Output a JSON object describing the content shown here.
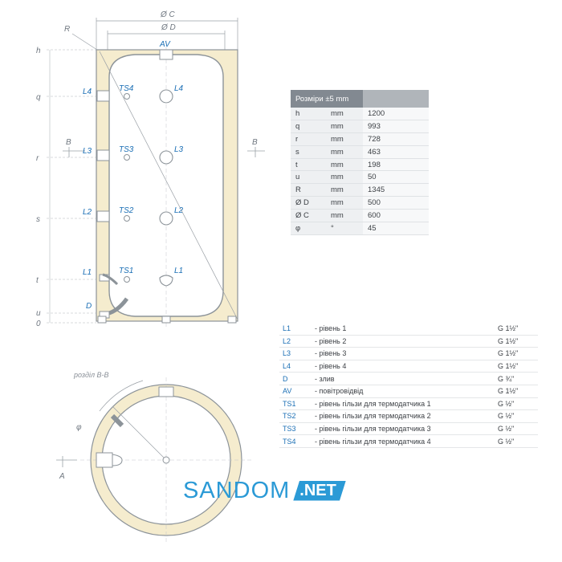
{
  "drawing": {
    "top_labels": {
      "outer_diameter": "Ø C",
      "inner_diameter": "Ø D",
      "radius": "R",
      "vent": "AV"
    },
    "left_dims": [
      "h",
      "q",
      "r",
      "s",
      "t",
      "u",
      "0"
    ],
    "section_marks": {
      "b": "B",
      "a": "A"
    },
    "left_connections": [
      "L4",
      "L3",
      "L2",
      "L1",
      "D"
    ],
    "sensor_connections": [
      "TS4",
      "TS3",
      "TS2",
      "TS1"
    ],
    "front_connections": [
      "L4",
      "L3",
      "L2",
      "L1"
    ],
    "section_title": "розділ B-B",
    "angle_symbol": "φ",
    "colors": {
      "insulation": "#f5ecce",
      "line": "#8c9399",
      "label": "#1b6fb5"
    }
  },
  "dimensions_table": {
    "header": "Розміри ±5 mm",
    "rows": [
      {
        "param": "h",
        "unit": "mm",
        "value": "1200"
      },
      {
        "param": "q",
        "unit": "mm",
        "value": "993"
      },
      {
        "param": "r",
        "unit": "mm",
        "value": "728"
      },
      {
        "param": "s",
        "unit": "mm",
        "value": "463"
      },
      {
        "param": "t",
        "unit": "mm",
        "value": "198"
      },
      {
        "param": "u",
        "unit": "mm",
        "value": "50"
      },
      {
        "param": "R",
        "unit": "mm",
        "value": "1345"
      },
      {
        "param": "Ø D",
        "unit": "mm",
        "value": "500"
      },
      {
        "param": "Ø C",
        "unit": "mm",
        "value": "600"
      },
      {
        "param": "φ",
        "unit": "°",
        "value": "45"
      }
    ]
  },
  "connections": [
    {
      "code": "L1",
      "desc": "- рівень 1",
      "size": "G 1½\""
    },
    {
      "code": "L2",
      "desc": "- рівень 2",
      "size": "G 1½\""
    },
    {
      "code": "L3",
      "desc": "- рівень 3",
      "size": "G 1½\""
    },
    {
      "code": "L4",
      "desc": "- рівень 4",
      "size": "G 1½\""
    },
    {
      "code": "D",
      "desc": "- злив",
      "size": "G ¾\""
    },
    {
      "code": "AV",
      "desc": "- повітровідвід",
      "size": "G 1½\""
    },
    {
      "code": "TS1",
      "desc": "- рівень гільзи для термодатчика 1",
      "size": "G ½\""
    },
    {
      "code": "TS2",
      "desc": "- рівень гільзи для термодатчика 2",
      "size": "G ½\""
    },
    {
      "code": "TS3",
      "desc": "- рівень гільзи для термодатчика 3",
      "size": "G ½\""
    },
    {
      "code": "TS4",
      "desc": "- рівень гільзи для термодатчика 4",
      "size": "G ½\""
    }
  ],
  "brand": {
    "name": "SANDOM",
    "suffix": ".NET"
  }
}
